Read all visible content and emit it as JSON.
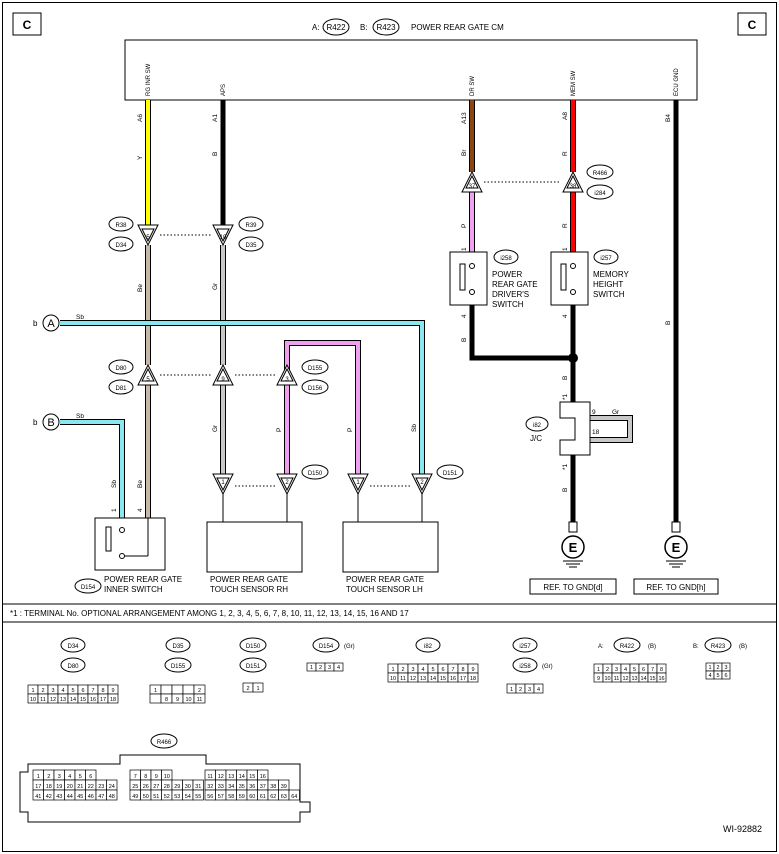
{
  "section_letter": "C",
  "title": {
    "a_label": "A:",
    "a_code": "R422",
    "b_label": "B:",
    "b_code": "R423",
    "name": "POWER REAR GATE CM"
  },
  "colors": {
    "Y": "#ffff00",
    "B": "#000000",
    "Be": "#c8b8a8",
    "Gr": "#c8c8c8",
    "Br": "#8b4513",
    "R": "#ff0000",
    "P": "#f0a0f0",
    "Sb": "#88e8ee"
  },
  "wires": [
    {
      "id": "rg-inr-sw",
      "pin_label": "RG INR SW",
      "pin": "A6",
      "colors": [
        "Y",
        "Be",
        "Be",
        "Be"
      ]
    },
    {
      "id": "aps",
      "pin_label": "APS",
      "pin": "A1",
      "colors": [
        "B",
        "Gr",
        "Gr",
        "Gr"
      ]
    },
    {
      "id": "dr-sw",
      "pin_label": "DR SW",
      "pin": "A13",
      "colors": [
        "Br",
        "P",
        "B"
      ]
    },
    {
      "id": "mem-sw",
      "pin_label": "MEM SW",
      "pin": "A8",
      "colors": [
        "R",
        "R",
        "B",
        "B",
        "B"
      ]
    },
    {
      "id": "ecu-gnd",
      "pin_label": "ECU GND",
      "pin": "B4",
      "colors": [
        "B",
        "B"
      ]
    }
  ],
  "connector_pins": {
    "r38_pin": "5",
    "r39_pin": "10",
    "r466_left": "37",
    "r466_right": "38",
    "d80_pin": "5",
    "d155_left": "9",
    "d155_right": "3",
    "d154_pin_left": "1",
    "d154_pin_right": "4",
    "d150_left": "1",
    "d150_right": "2",
    "d151_left": "1",
    "d151_right": "2",
    "i258_top": "1",
    "i258_bottom": "4",
    "i257_top": "1",
    "i257_bottom": "4",
    "i82_pin1": "*1",
    "i82_pin2": "*1",
    "i82_pin9": "9",
    "i82_pin18": "18"
  },
  "connectors": {
    "r38": "R38",
    "d34": "D34",
    "r39": "R39",
    "d35": "D35",
    "r466": "R466",
    "i284": "i284",
    "d80": "D80",
    "d81": "D81",
    "d155": "D155",
    "d156": "D156",
    "d150": "D150",
    "d151": "D151",
    "d154": "D154",
    "i258": "i258",
    "i257": "i257",
    "i82": "i82"
  },
  "lines": {
    "a_name": "A",
    "b_name": "B",
    "b_prefix": "b",
    "sb": "Sb",
    "gr": "Gr",
    "jc": "J/C"
  },
  "components": {
    "inner_switch": [
      "POWER REAR GATE",
      "INNER SWITCH"
    ],
    "touch_rh": [
      "POWER REAR GATE",
      "TOUCH SENSOR RH"
    ],
    "touch_lh": [
      "POWER REAR GATE",
      "TOUCH SENSOR LH"
    ],
    "drivers_switch": [
      "POWER",
      "REAR GATE",
      "DRIVER'S",
      "SWITCH"
    ],
    "memory_switch": [
      "MEMORY",
      "HEIGHT",
      "SWITCH"
    ]
  },
  "grounds": {
    "symbol": "E",
    "ref_d": "REF. TO GND[d]",
    "ref_h": "REF. TO GND[h]"
  },
  "note": "*1 : TERMINAL No. OPTIONAL ARRANGEMENT AMONG 1, 2, 3, 4, 5, 6, 7, 8, 10, 11, 12, 13, 14, 15, 16 AND 17",
  "legend": {
    "d34": "D34",
    "d80": "D80",
    "d35": "D35",
    "d155": "D155",
    "d150": "D150",
    "d151": "D151",
    "d154": "D154",
    "d154_color": "(Gr)",
    "i82": "i82",
    "i257": "i257",
    "i258": "i258",
    "i258_color": "(Gr)",
    "r422_prefix": "A:",
    "r422": "R422",
    "r422_color": "(B)",
    "r423_prefix": "B:",
    "r423": "R423",
    "r423_color": "(B)",
    "r466": "R466"
  },
  "figure_id": "WI-92882"
}
